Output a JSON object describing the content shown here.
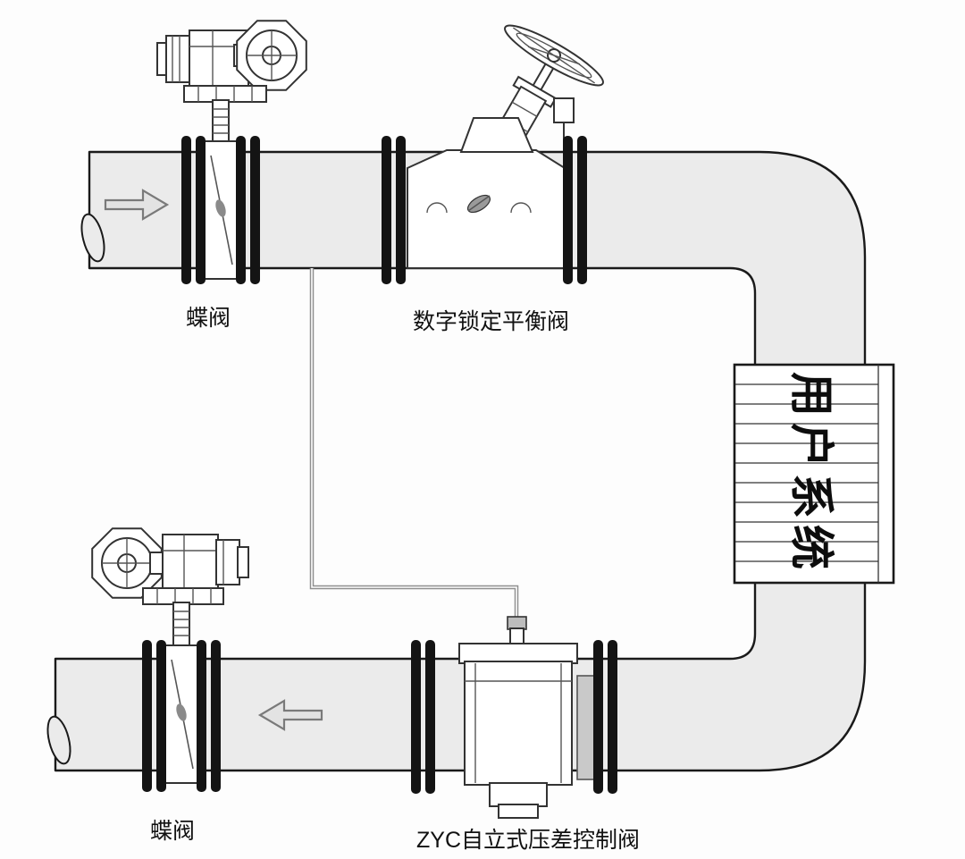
{
  "diagram": {
    "labels": {
      "butterfly_valve_top": "蝶阀",
      "balance_valve": "数字锁定平衡阀",
      "butterfly_valve_bottom": "蝶阀",
      "zyc_valve": "ZYC自立式压差控制阀",
      "user_system": "用户系统"
    },
    "colors": {
      "pipe_fill": "#ebebeb",
      "outline": "#1a1a1a",
      "impulse_line": "#8f8f8f",
      "arrow_fill": "#e3e3e3",
      "arrow_stroke": "#7a7a7a"
    }
  }
}
